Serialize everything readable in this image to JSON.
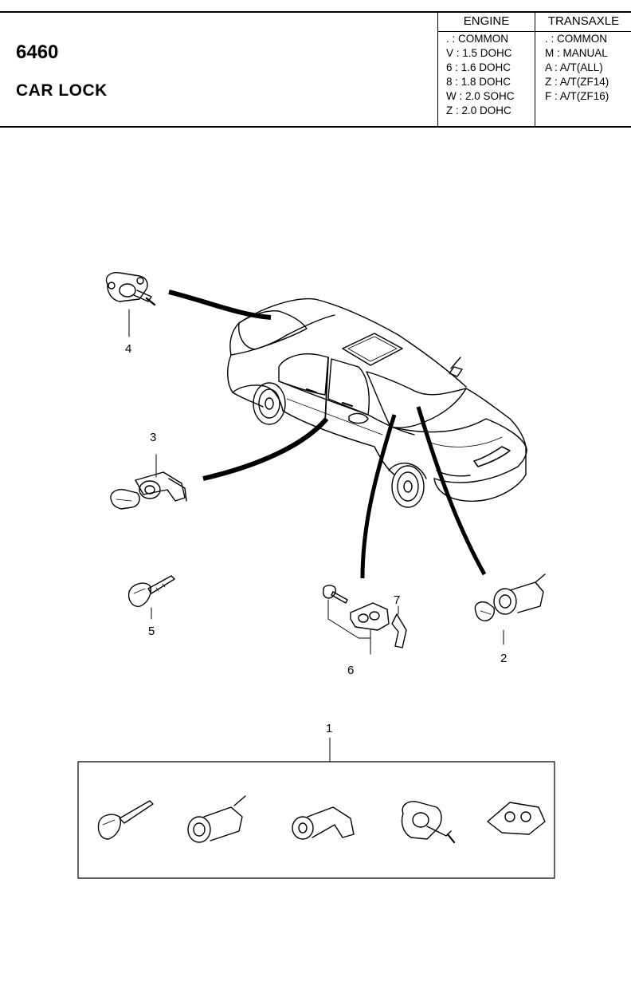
{
  "header": {
    "code": "6460",
    "title": "CAR LOCK"
  },
  "engine": {
    "heading": "ENGINE",
    "rows": [
      ". : COMMON",
      "V : 1.5 DOHC",
      "6 : 1.6 DOHC",
      "8 : 1.8 DOHC",
      "W : 2.0 SOHC",
      "Z : 2.0 DOHC"
    ]
  },
  "transaxle": {
    "heading": "TRANSAXLE",
    "rows": [
      ". : COMMON",
      "M : MANUAL",
      "A : A/T(ALL)",
      "Z : A/T(ZF14)",
      "F : A/T(ZF16)"
    ]
  },
  "callouts": {
    "c1": "1",
    "c2": "2",
    "c3": "3",
    "c4": "4",
    "c5": "5",
    "c6": "6",
    "c7": "7"
  }
}
